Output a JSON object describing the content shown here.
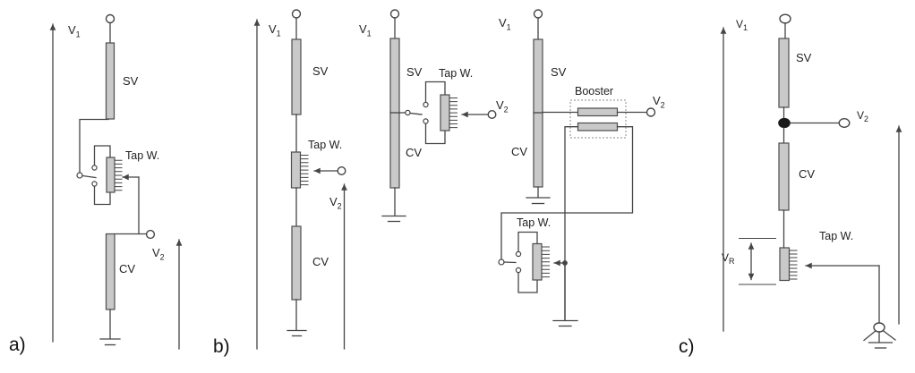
{
  "colors": {
    "background": "#ffffff",
    "line": "#454545",
    "winding_fill": "#c9c9c9",
    "winding_stroke": "#4c4c4c",
    "junction_dot": "#1a1a1a"
  },
  "panel_a": {
    "label": "a)",
    "v1": {
      "base": "V",
      "sub": "1"
    },
    "v2": {
      "base": "V",
      "sub": "2"
    },
    "sv": "SV",
    "cv": "CV",
    "tap_winding": "Tap W."
  },
  "panel_b": {
    "label": "b)",
    "variant1": {
      "v1": {
        "base": "V",
        "sub": "1"
      },
      "v2": {
        "base": "V",
        "sub": "2"
      },
      "sv": "SV",
      "cv": "CV",
      "tap_winding": "Tap W."
    },
    "variant2": {
      "v1": {
        "base": "V",
        "sub": "1"
      },
      "v2": {
        "base": "V",
        "sub": "2"
      },
      "sv": "SV",
      "cv": "CV",
      "tap_winding": "Tap W."
    },
    "variant3": {
      "v1": {
        "base": "V",
        "sub": "1"
      },
      "v2": {
        "base": "V",
        "sub": "2"
      },
      "sv": "SV",
      "cv": "CV",
      "booster": "Booster",
      "tap_winding": "Tap W."
    }
  },
  "panel_c": {
    "label": "c)",
    "v1": {
      "base": "V",
      "sub": "1"
    },
    "v2": {
      "base": "V",
      "sub": "2"
    },
    "sv": "SV",
    "cv": "CV",
    "v_r": {
      "base": "V",
      "sub": "R"
    },
    "tap_winding": "Tap W."
  }
}
